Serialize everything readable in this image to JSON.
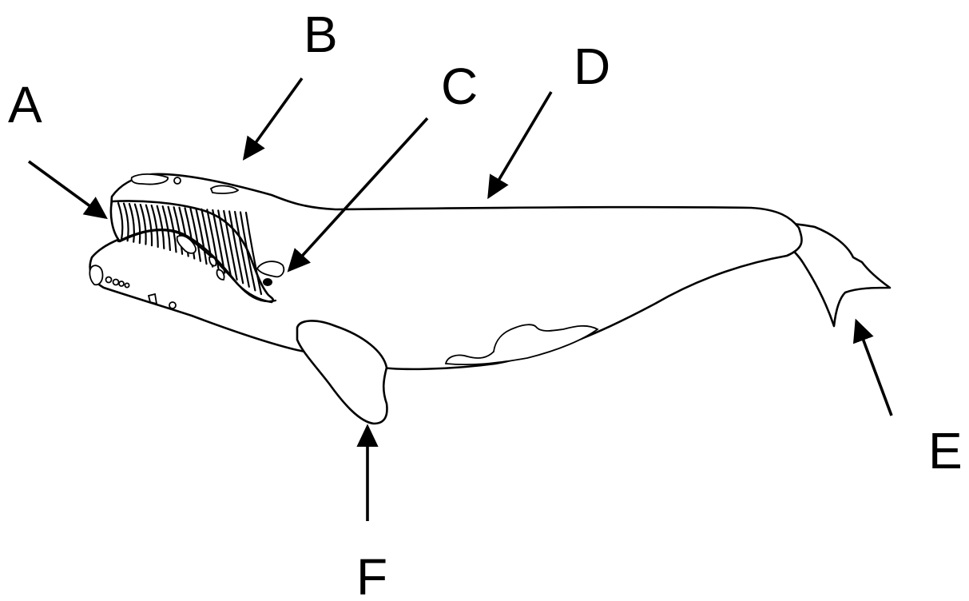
{
  "labels": {
    "A": "A",
    "B": "B",
    "C": "C",
    "D": "D",
    "E": "E",
    "F": "F"
  },
  "colors": {
    "ink": "#000000",
    "background": "#ffffff"
  }
}
